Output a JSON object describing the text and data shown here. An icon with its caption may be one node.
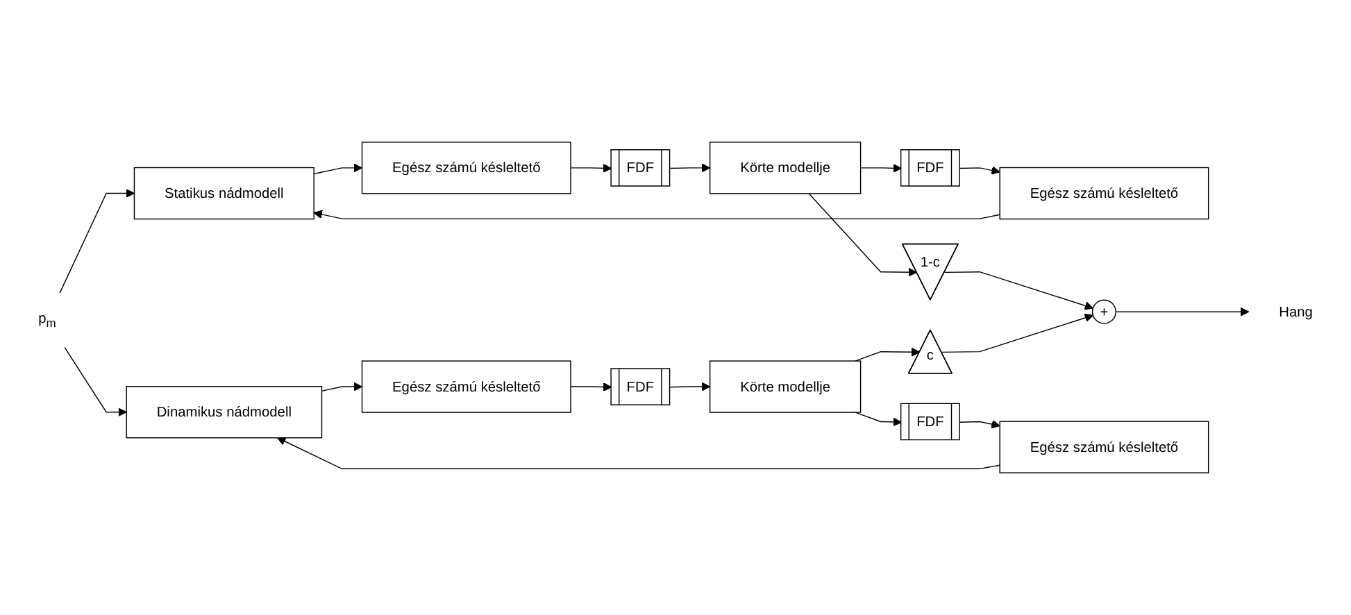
{
  "diagram": {
    "nodes": [
      {
        "text": [
          "Statikus nádmodell"
        ]
      },
      {
        "text": [
          "Egész számú késleltető"
        ]
      },
      {
        "text": [
          "FDF"
        ]
      },
      {
        "text": [
          "Körte modellje"
        ]
      },
      {
        "text": [
          "Egész számú késleltető"
        ]
      },
      {
        "text": [
          "FDF"
        ]
      },
      {
        "text": [
          "1-c"
        ]
      },
      {
        "text": [
          "p$_{m}$"
        ]
      },
      {
        "text": [
          "+"
        ]
      },
      {
        "text": [
          "Hang"
        ]
      },
      {
        "text": [
          "c"
        ]
      },
      {
        "text": [
          "Dinamikus nádmodell"
        ]
      },
      {
        "text": [
          "Egész számú késleltető"
        ]
      },
      {
        "text": [
          "FDF"
        ]
      },
      {
        "text": [
          "Körte modellje"
        ]
      },
      {
        "text": [
          "Egész számú késleltető"
        ]
      },
      {
        "text": [
          "FDF"
        ]
      }
    ],
    "edges": [
      {
        "from": 0,
        "to": 1,
        "arrow": "to"
      },
      {
        "from": 1,
        "to": 2,
        "arrow": "to"
      },
      {
        "from": 2,
        "to": 3,
        "arrow": "to"
      },
      {
        "from": 3,
        "to": 5,
        "arrow": "to"
      },
      {
        "from": 5,
        "to": 4,
        "arrow": "to"
      },
      {
        "from": 4,
        "to": 0,
        "arrow": "to"
      },
      {
        "from": 3,
        "to": 6,
        "arrow": "to"
      },
      {
        "from": 6,
        "to": 8,
        "arrow": "to"
      },
      {
        "from": 8,
        "to": 9,
        "arrow": "to"
      },
      {
        "from": 7,
        "to": 0,
        "arrow": "to"
      },
      {
        "from": 7,
        "to": 11,
        "arrow": "to"
      },
      {
        "from": 14,
        "to": 10,
        "arrow": "to"
      },
      {
        "from": 10,
        "to": 8,
        "arrow": "to"
      },
      {
        "from": 11,
        "to": 12,
        "arrow": "to"
      },
      {
        "from": 12,
        "to": 13,
        "arrow": "to"
      },
      {
        "from": 13,
        "to": 14,
        "arrow": "to"
      },
      {
        "from": 14,
        "to": 16,
        "arrow": "to"
      },
      {
        "from": 16,
        "to": 15,
        "arrow": "to"
      },
      {
        "from": 15,
        "to": 11,
        "arrow": "to"
      }
    ]
  }
}
